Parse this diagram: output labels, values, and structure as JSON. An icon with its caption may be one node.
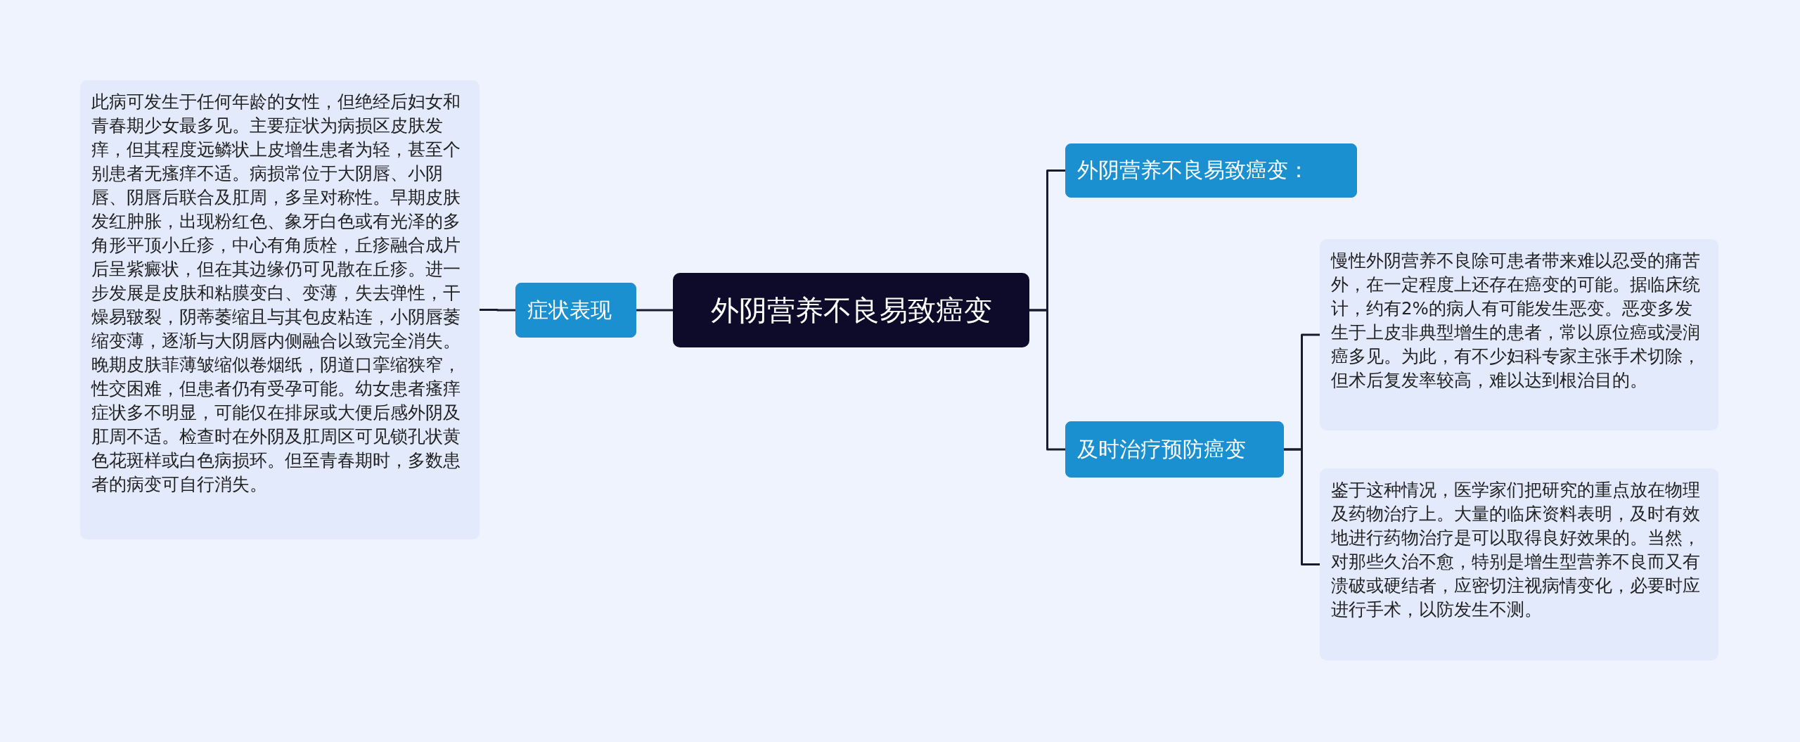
{
  "diagram": {
    "nodes": [
      {
        "text": [
          "外阴营养不良易致癌变"
        ]
      },
      {
        "text": [
          "症状表现"
        ]
      },
      {
        "text": [
          "此病可发生于任何年龄的女性，但绝经后妇女和青春期少女最多见。主要症状为病损区皮肤发痒，但其程度远鳞状上皮增生患者为轻，甚至个别患者无瘙痒不适。病损常位于大阴唇、小阴唇、阴唇后联合及肛周，多呈对称性。早期皮肤发红肿胀，出现粉红色、象牙白色或有光泽的多角形平顶小丘疹，中心有角质栓，丘疹融合成片后呈紫癜状，但在其边缘仍可见散在丘疹。进一步发展是皮肤和粘膜变白、变薄，失去弹性，干燥易皲裂，阴蒂萎缩且与其包皮粘连，小阴唇萎缩变薄，逐渐与大阴唇内侧融合以致完全消失。晚期皮肤菲薄皱缩似卷烟纸，阴道口挛缩狭窄，性交困难，但患者仍有受孕可能。幼女患者瘙痒症状多不明显，可能仅在排尿或大便后感外阴及肛周不适。检查时在外阴及肛周区可见锁孔状黄色花斑样或白色病损环。但至青春期时，多数患者的病变可自行消失。"
        ]
      },
      {
        "text": [
          "外阴营养不良易致癌变："
        ]
      },
      {
        "text": [
          "及时治疗预防癌变"
        ]
      },
      {
        "text": [
          "慢性外阴营养不良除可患者带来难以忍受的痛苦外，在一定程度上还存在癌变的可能。据临床统计，约有2%的病人有可能发生恶变。恶变多发生于上皮非典型增生的患者，常以原位癌或浸润癌多见。为此，有不少妇科专家主张手术切除，但术后复发率较高，难以达到根治目的。"
        ]
      },
      {
        "text": [
          "鉴于这种情况，医学家们把研究的重点放在物理及药物治疗上。大量的临床资料表明，及时有效地进行药物治疗是可以取得良好效果的。当然，对那些久治不愈，特别是增生型营养不良而又有溃破或硬结者，应密切注视病情变化，必要时应进行手术，以防发生不测。"
        ]
      }
    ],
    "edges": [
      {
        "from": 0,
        "to": 1,
        "arrow": "none"
      },
      {
        "from": 1,
        "to": 2,
        "arrow": "none"
      },
      {
        "from": 0,
        "to": 3,
        "arrow": "none"
      },
      {
        "from": 0,
        "to": 4,
        "arrow": "none"
      },
      {
        "from": 4,
        "to": 5,
        "arrow": "none"
      },
      {
        "from": 4,
        "to": 6,
        "arrow": "none"
      }
    ]
  }
}
